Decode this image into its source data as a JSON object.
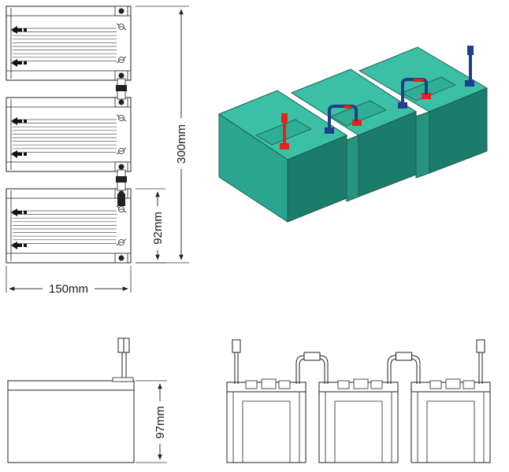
{
  "dimensions": {
    "total_height": "300mm",
    "module_height": "92mm",
    "width": "150mm",
    "side_height": "97mm"
  },
  "colors": {
    "line": "#222222",
    "battery_body": "#2aa58f",
    "battery_dark": "#1b7c6a",
    "battery_top": "#3bbfa5",
    "terminal_red": "#e5231b",
    "terminal_blue": "#1f3f8a",
    "cable_red": "#e5231b",
    "cable_blue": "#1f3f8a"
  },
  "icons": {
    "arrow": "left-arrow-icon",
    "screw": "screw-icon",
    "terminal": "terminal-post-icon"
  }
}
